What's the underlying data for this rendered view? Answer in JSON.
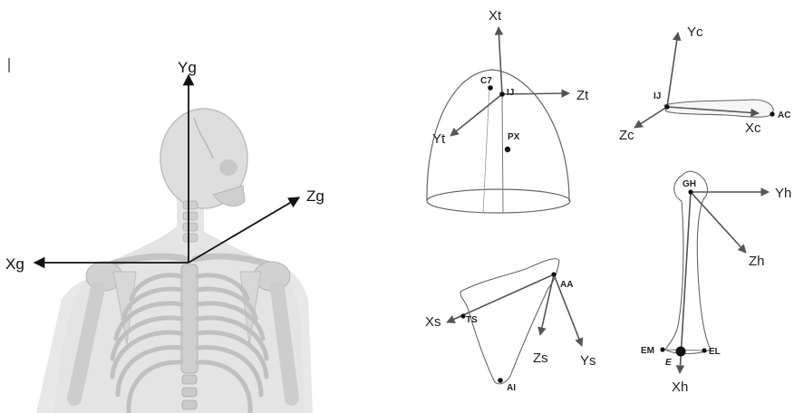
{
  "global_frame": {
    "x_label": "Xg",
    "y_label": "Yg",
    "z_label": "Zg"
  },
  "thorax": {
    "x_label": "Xt",
    "y_label": "Yt",
    "z_label": "Zt",
    "landmarks": [
      "C7",
      "IJ",
      "PX"
    ]
  },
  "clavicle": {
    "x_label": "Xc",
    "y_label": "Yc",
    "z_label": "Zc",
    "landmarks": [
      "IJ",
      "AC"
    ]
  },
  "scapula": {
    "x_label": "Xs",
    "y_label": "Ys",
    "z_label": "Zs",
    "landmarks": [
      "AA",
      "TS",
      "AI"
    ]
  },
  "humerus": {
    "x_label": "Xh",
    "y_label": "Yh",
    "z_label": "Zh",
    "landmarks": [
      "GH",
      "EM",
      "EL",
      "E"
    ]
  },
  "colors": {
    "axis_primary": "#111111",
    "axis_secondary": "#555555",
    "skeleton": "#d8d8d8"
  }
}
